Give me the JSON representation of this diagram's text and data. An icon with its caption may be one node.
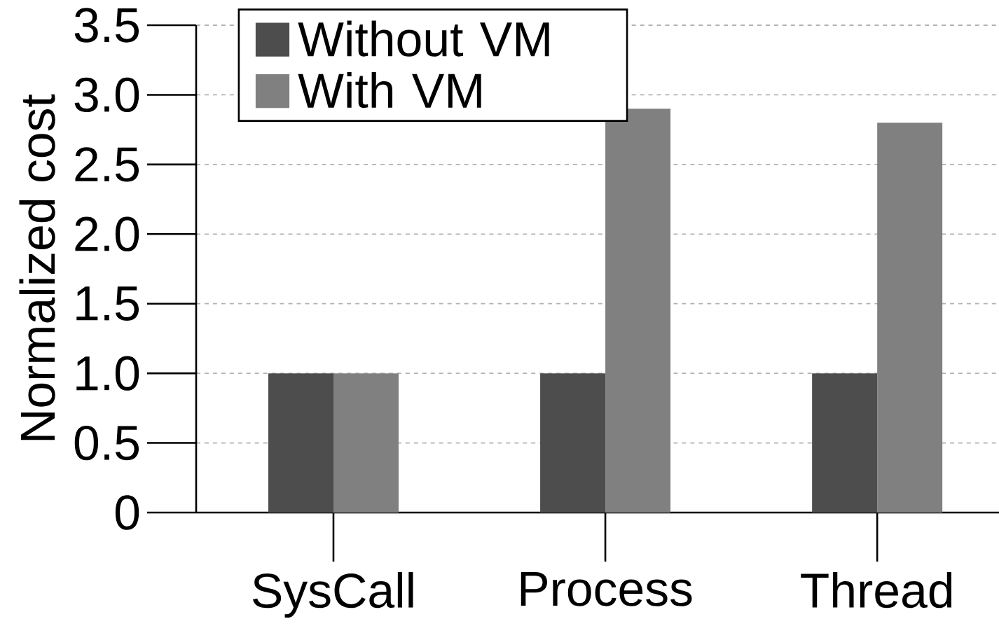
{
  "diagram": {
    "chart_data": {
      "type": "bar",
      "ylabel": "Normalized cost",
      "categories": [
        "SysCall",
        "Process",
        "Thread"
      ],
      "series": [
        {
          "name": "Without VM",
          "color": "#4d4d4d",
          "values": [
            1.0,
            1.0,
            1.0
          ]
        },
        {
          "name": "With VM",
          "color": "#808080",
          "values": [
            1.0,
            2.9,
            2.8
          ]
        }
      ],
      "ylim": [
        0,
        3.5
      ],
      "grid": true,
      "legend": true,
      "yticks": [
        {
          "value": 0,
          "label": "0"
        },
        {
          "value": 0.5,
          "label": "0.5"
        },
        {
          "value": 1.0,
          "label": "1.0"
        },
        {
          "value": 1.5,
          "label": "1.5"
        },
        {
          "value": 2.0,
          "label": "2.0"
        },
        {
          "value": 2.5,
          "label": "2.5"
        },
        {
          "value": 3.0,
          "label": "3.0"
        },
        {
          "value": 3.5,
          "label": "3.5"
        }
      ]
    }
  }
}
